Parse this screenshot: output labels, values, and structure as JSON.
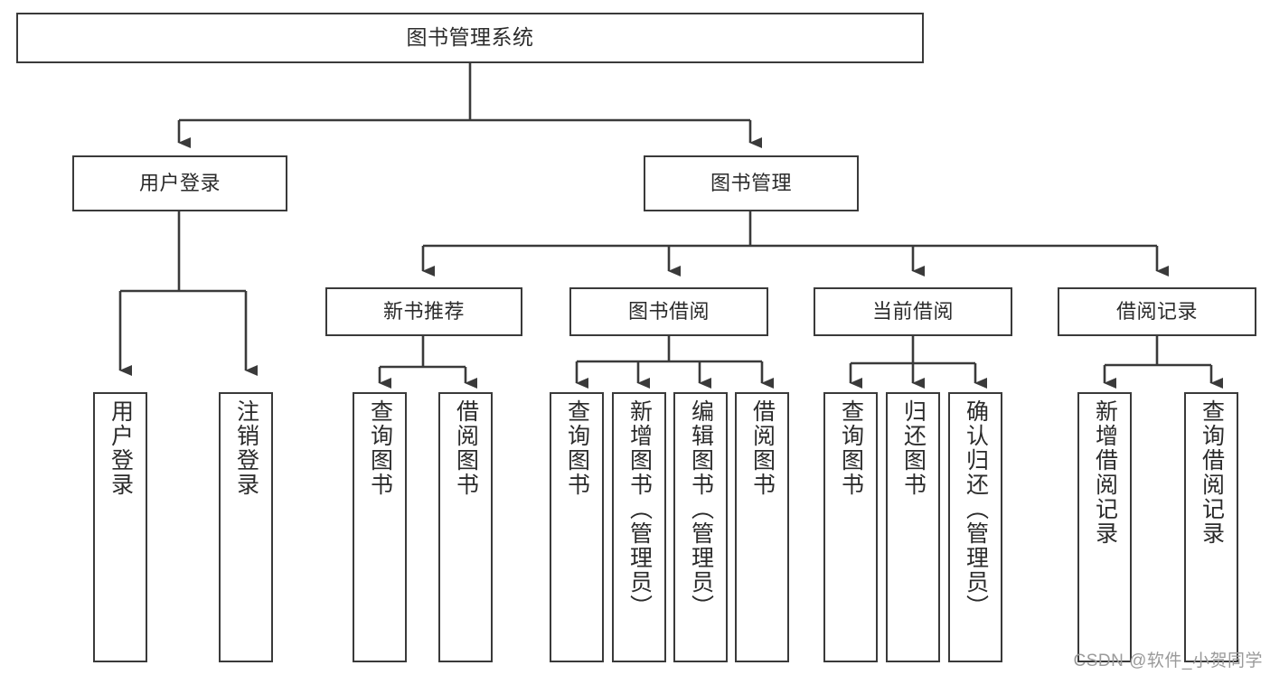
{
  "diagram": {
    "type": "tree",
    "title": "图书管理系统",
    "root": {
      "id": "root",
      "label": "图书管理系统"
    },
    "level1": [
      {
        "id": "user-login",
        "label": "用户登录"
      },
      {
        "id": "book-management",
        "label": "图书管理"
      }
    ],
    "level2": [
      {
        "id": "new-book-recommend",
        "label": "新书推荐",
        "parent": "book-management"
      },
      {
        "id": "book-borrow",
        "label": "图书借阅",
        "parent": "book-management"
      },
      {
        "id": "current-borrow",
        "label": "当前借阅",
        "parent": "book-management"
      },
      {
        "id": "borrow-record",
        "label": "借阅记录",
        "parent": "book-management"
      }
    ],
    "leaves": {
      "user_login": [
        {
          "id": "leaf-user-login",
          "label": "用户登录"
        },
        {
          "id": "leaf-user-logout",
          "label": "注销登录"
        }
      ],
      "new_book_recommend": [
        {
          "id": "leaf-query-book-1",
          "label": "查询图书"
        },
        {
          "id": "leaf-borrow-book-1",
          "label": "借阅图书"
        }
      ],
      "book_borrow": [
        {
          "id": "leaf-query-book-2",
          "label": "查询图书"
        },
        {
          "id": "leaf-add-book",
          "label": "新增图书（管理员）"
        },
        {
          "id": "leaf-edit-book",
          "label": "编辑图书（管理员）"
        },
        {
          "id": "leaf-borrow-book-2",
          "label": "借阅图书"
        }
      ],
      "current_borrow": [
        {
          "id": "leaf-query-book-3",
          "label": "查询图书"
        },
        {
          "id": "leaf-return-book",
          "label": "归还图书"
        },
        {
          "id": "leaf-confirm-return",
          "label": "确认归还（管理员）"
        }
      ],
      "borrow_record": [
        {
          "id": "leaf-add-borrow-record",
          "label": "新增借阅记录"
        },
        {
          "id": "leaf-query-borrow-record",
          "label": "查询借阅记录"
        }
      ]
    }
  },
  "watermark": {
    "text": "CSDN @软件_小贺同学"
  },
  "colors": {
    "stroke": "#3a3a3a",
    "text": "#2b2b2b",
    "background": "#ffffff",
    "watermark": "#9a9a9a"
  }
}
